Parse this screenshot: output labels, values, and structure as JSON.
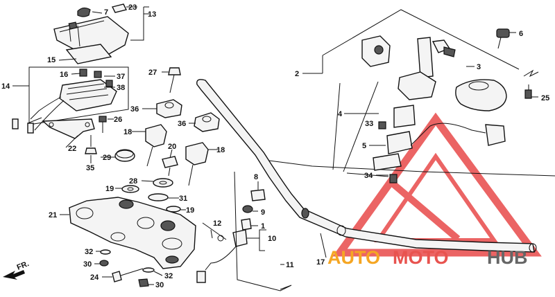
{
  "diagram": {
    "labels": [
      {
        "id": "7",
        "text": "7"
      },
      {
        "id": "23",
        "text": "23"
      },
      {
        "id": "13",
        "text": "13"
      },
      {
        "id": "15",
        "text": "15"
      },
      {
        "id": "16",
        "text": "16"
      },
      {
        "id": "37",
        "text": "37"
      },
      {
        "id": "38",
        "text": "38"
      },
      {
        "id": "14",
        "text": "14"
      },
      {
        "id": "27",
        "text": "27"
      },
      {
        "id": "36a",
        "text": "36"
      },
      {
        "id": "36b",
        "text": "36"
      },
      {
        "id": "26",
        "text": "26"
      },
      {
        "id": "18a",
        "text": "18"
      },
      {
        "id": "18b",
        "text": "18"
      },
      {
        "id": "22",
        "text": "22"
      },
      {
        "id": "20",
        "text": "20"
      },
      {
        "id": "29",
        "text": "29"
      },
      {
        "id": "35",
        "text": "35"
      },
      {
        "id": "28",
        "text": "28"
      },
      {
        "id": "19a",
        "text": "19"
      },
      {
        "id": "19b",
        "text": "19"
      },
      {
        "id": "31",
        "text": "31"
      },
      {
        "id": "21",
        "text": "21"
      },
      {
        "id": "32a",
        "text": "32"
      },
      {
        "id": "32b",
        "text": "32"
      },
      {
        "id": "30a",
        "text": "30"
      },
      {
        "id": "30b",
        "text": "30"
      },
      {
        "id": "24",
        "text": "24"
      },
      {
        "id": "2",
        "text": "2"
      },
      {
        "id": "3",
        "text": "3"
      },
      {
        "id": "4",
        "text": "4"
      },
      {
        "id": "33",
        "text": "33"
      },
      {
        "id": "5",
        "text": "5"
      },
      {
        "id": "34",
        "text": "34"
      },
      {
        "id": "6",
        "text": "6"
      },
      {
        "id": "25",
        "text": "25"
      },
      {
        "id": "8",
        "text": "8"
      },
      {
        "id": "9",
        "text": "9"
      },
      {
        "id": "1",
        "text": "1"
      },
      {
        "id": "10",
        "text": "10"
      },
      {
        "id": "12",
        "text": "12"
      },
      {
        "id": "11",
        "text": "11"
      },
      {
        "id": "17",
        "text": "17"
      }
    ],
    "direction_label": "FR.",
    "watermark": {
      "part1": "AUTO",
      "part2": "MOTO",
      "part3": "HUB",
      "color1": "#f5a623",
      "color2": "#e8534f",
      "color3": "#666666",
      "triangle_color": "#e84a4a"
    }
  }
}
